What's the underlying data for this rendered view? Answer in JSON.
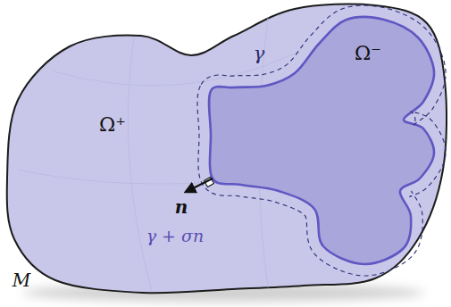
{
  "diagram": {
    "labels": [
      "Ω⁺",
      "Ω⁻",
      "γ",
      "n",
      "γ + σn",
      "M"
    ]
  }
}
